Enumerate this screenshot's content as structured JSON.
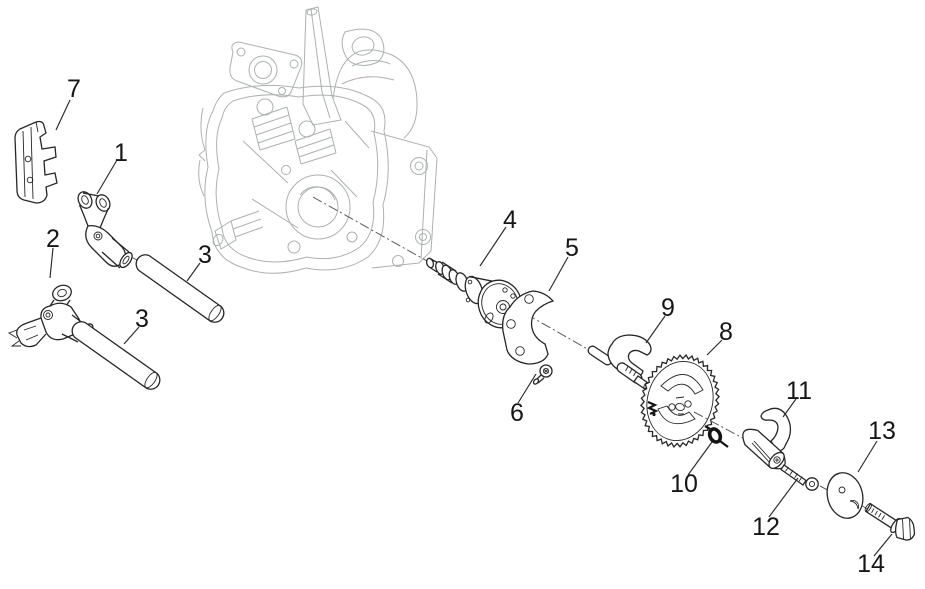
{
  "figure": {
    "type": "exploded-parts-diagram",
    "background": "#ffffff",
    "part_line_color": "#262626",
    "reference_line_color": "#acb1b1",
    "callout_text_color": "#161616",
    "callouts": [
      {
        "label": "7"
      },
      {
        "label": "1"
      },
      {
        "label": "2"
      },
      {
        "label": "3"
      },
      {
        "label": "3"
      },
      {
        "label": "4"
      },
      {
        "label": "5"
      },
      {
        "label": "6"
      },
      {
        "label": "9"
      },
      {
        "label": "8"
      },
      {
        "label": "10"
      },
      {
        "label": "11"
      },
      {
        "label": "12"
      },
      {
        "label": "13"
      },
      {
        "label": "14"
      }
    ]
  }
}
